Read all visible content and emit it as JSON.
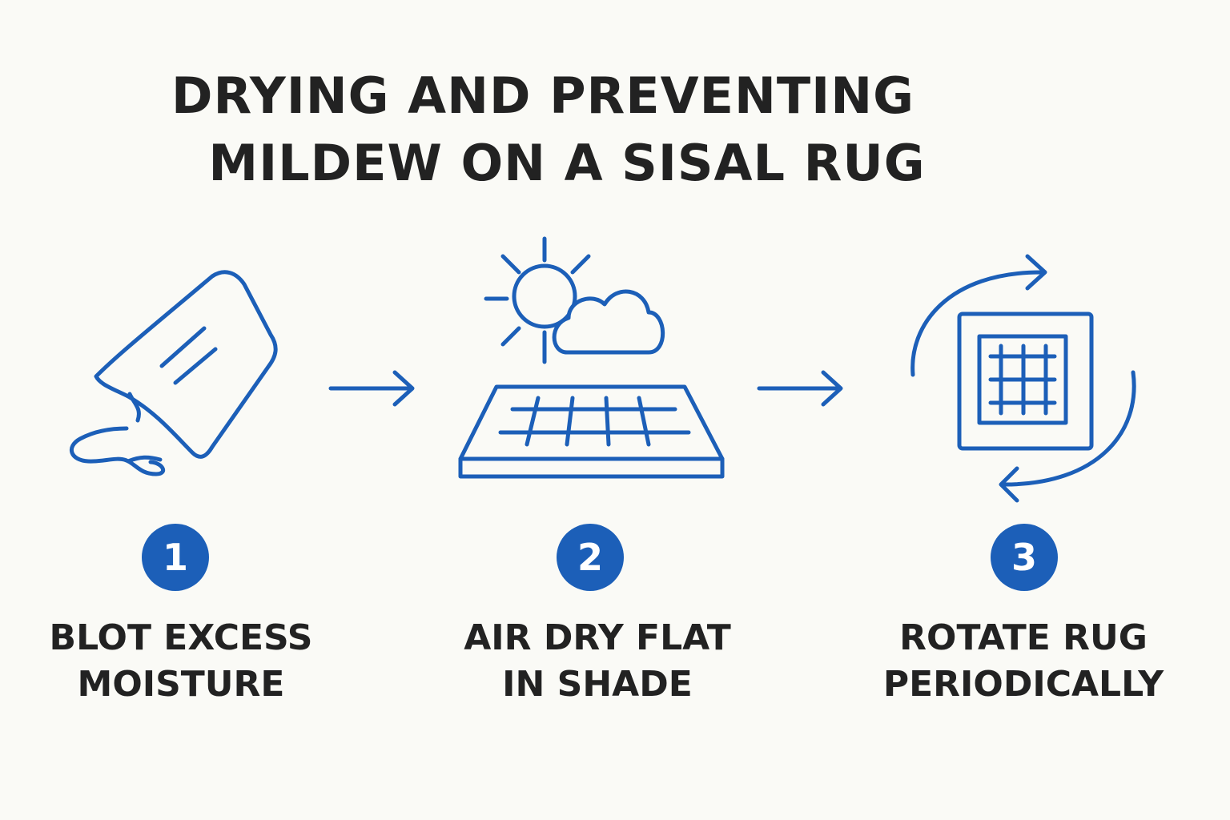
{
  "title": {
    "line1": "DRYING AND PREVENTING",
    "line2": "MILDEW ON A SISAL RUG"
  },
  "colors": {
    "accent": "#1c5fb8",
    "text": "#222222",
    "background": "#fafaf6"
  },
  "steps": [
    {
      "number": "1",
      "label_line1": "BLOT EXCESS",
      "label_line2": "MOISTURE",
      "icon": "cloth-blotting-icon"
    },
    {
      "number": "2",
      "label_line1": "AIR DRY FLAT",
      "label_line2": "IN SHADE",
      "icon": "sun-cloud-rug-icon"
    },
    {
      "number": "3",
      "label_line1": "ROTATE RUG",
      "label_line2": "PERIODICALLY",
      "icon": "rotate-rug-icon"
    }
  ],
  "connectors": [
    "arrow-right-icon",
    "arrow-right-icon"
  ]
}
